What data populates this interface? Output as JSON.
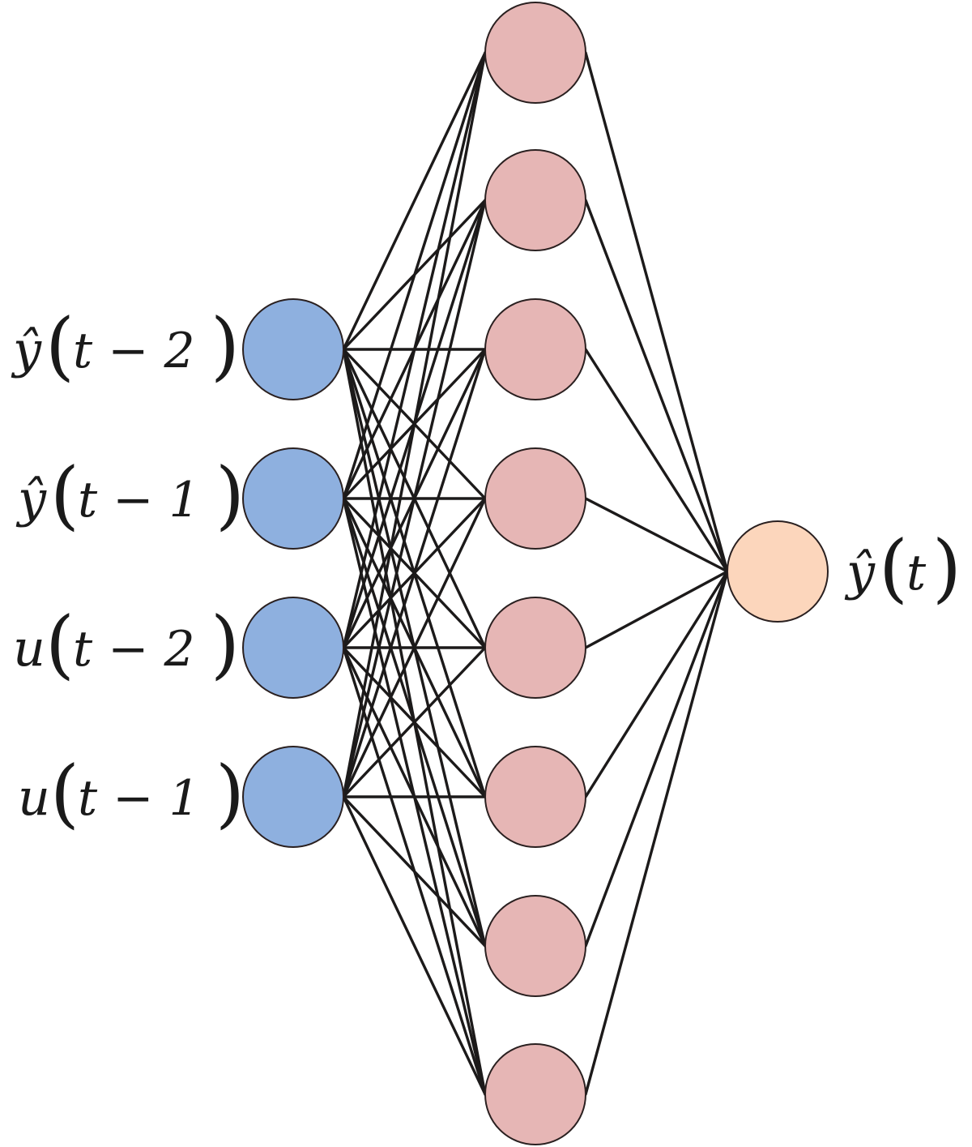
{
  "colors": {
    "input": "#8eb0df",
    "hidden": "#e6b6b5",
    "output": "#fcd6bc",
    "edge": "#1c1a1a"
  },
  "input_labels": [
    {
      "var": "ŷ",
      "arg": "t − 2"
    },
    {
      "var": "ŷ",
      "arg": "t − 1"
    },
    {
      "var": "u",
      "arg": "t − 2"
    },
    {
      "var": "u",
      "arg": "t − 1"
    }
  ],
  "hidden_count": 8,
  "output_label": {
    "var": "ŷ",
    "arg": "t"
  }
}
